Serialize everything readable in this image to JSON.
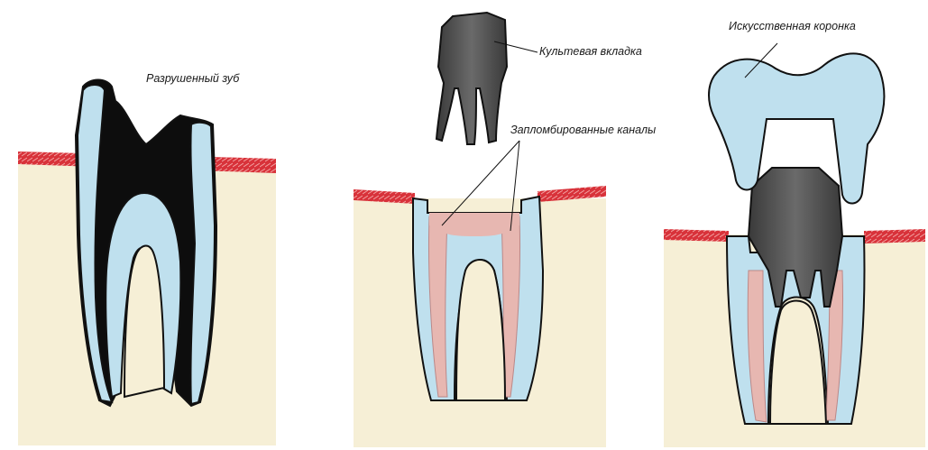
{
  "labels": {
    "destroyed_tooth": "Разрушенный зуб",
    "core_inlay": "Культевая вкладка",
    "filled_canals": "Запломбированные каналы",
    "artificial_crown": "Искусственная коронка"
  },
  "colors": {
    "gum": "#d8323a",
    "bone": "#f6efd6",
    "dentin": "#bfe0ee",
    "decay": "#0d0d0d",
    "filling": "#e7b7b1",
    "metal_core": "#4b4b4b",
    "outline": "#111111"
  }
}
